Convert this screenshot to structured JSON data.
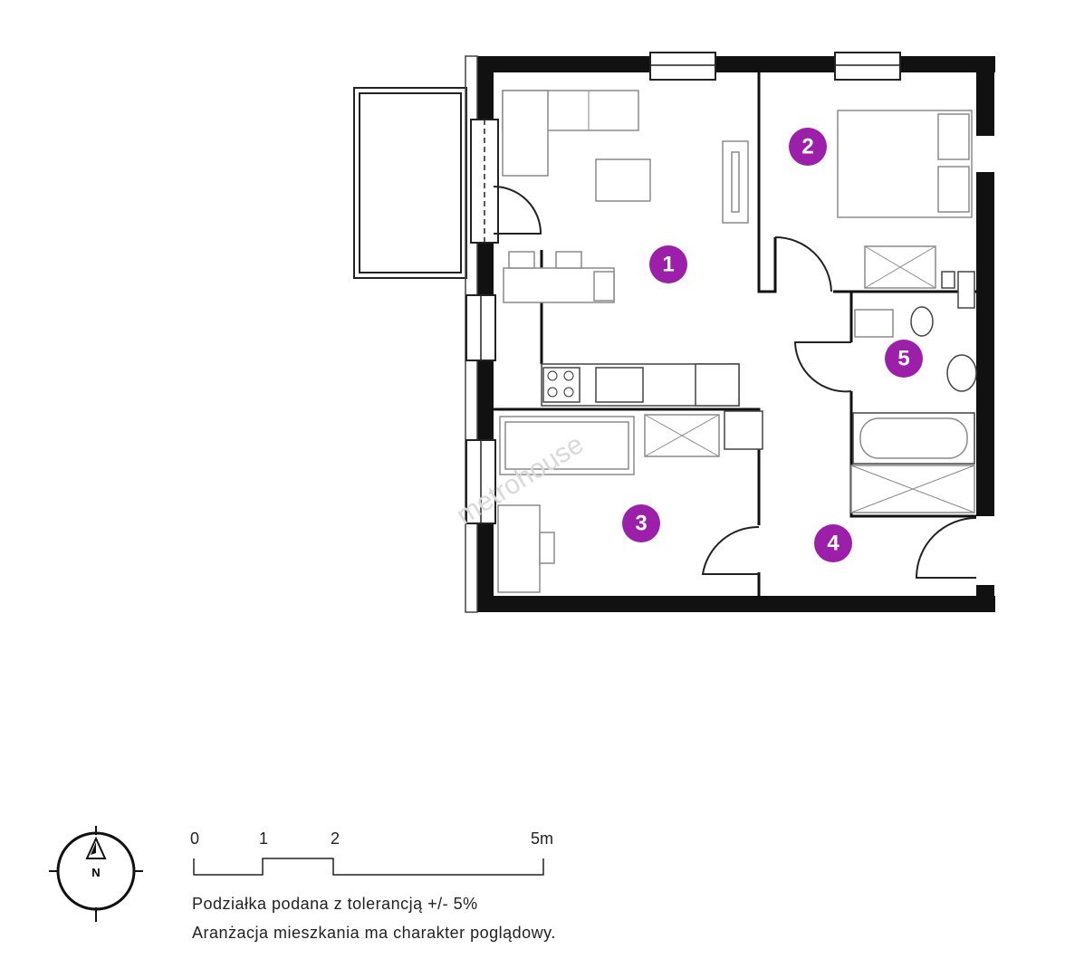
{
  "colors": {
    "accent": "#9b1fa8",
    "walls": "#111111"
  },
  "rooms": [
    {
      "number": "1"
    },
    {
      "number": "2"
    },
    {
      "number": "3"
    },
    {
      "number": "4"
    },
    {
      "number": "5"
    }
  ],
  "watermark": "metrohouse",
  "compass": {
    "label": "N",
    "icon": "compass-north-icon"
  },
  "scale": {
    "ticks": [
      "0",
      "1",
      "2",
      "5m"
    ]
  },
  "notes": {
    "line1": "Podziałka podana z tolerancją +/- 5%",
    "line2": "Aranżacja mieszkania ma charakter poglądowy."
  }
}
